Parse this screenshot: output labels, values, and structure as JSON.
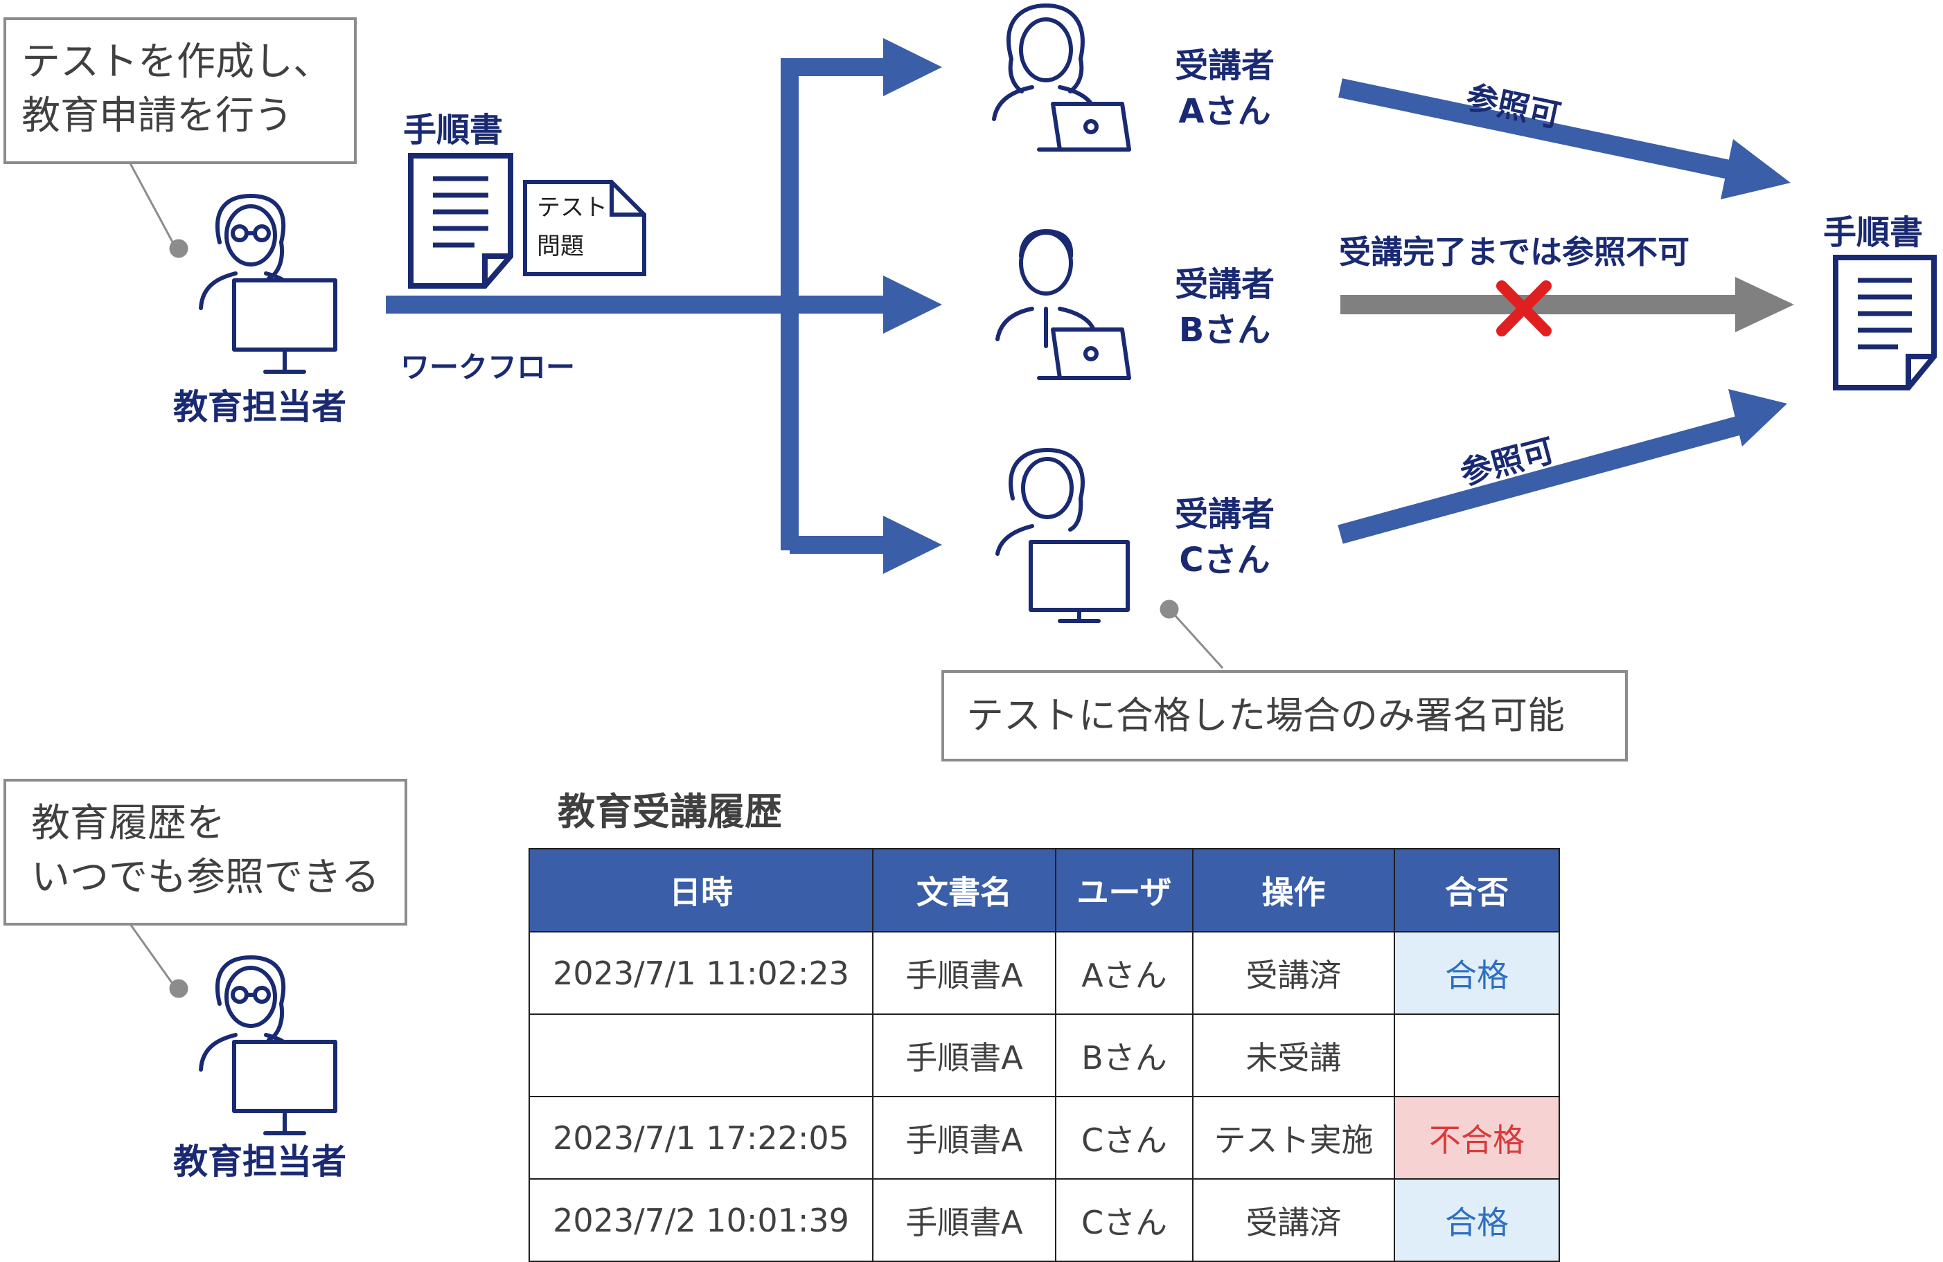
{
  "callouts": {
    "create_test": [
      "テストを作成し、",
      "教育申請を行う"
    ],
    "sign_condition": "テストに合格した場合のみ署名可能",
    "history_anytime": [
      "教育履歴を",
      "いつでも参照できる"
    ]
  },
  "admin_label": "教育担当者",
  "history_admin_label": "教育担当者",
  "procedure_label": "手順書",
  "test_doc_label": [
    "テスト",
    "問題"
  ],
  "workflow_label": "ワークフロー",
  "trainees": [
    {
      "line1": "受講者",
      "line2": "Aさん"
    },
    {
      "line1": "受講者",
      "line2": "Bさん"
    },
    {
      "line1": "受講者",
      "line2": "Cさん"
    }
  ],
  "access_labels": {
    "a": "参照可",
    "b": "受講完了までは参照不可",
    "c": "参照可"
  },
  "target_doc_label": "手順書",
  "history": {
    "title": "教育受講履歴",
    "columns": [
      "日時",
      "文書名",
      "ユーザ",
      "操作",
      "合否"
    ],
    "rows": [
      {
        "datetime": "2023/7/1 11:02:23",
        "doc": "手順書A",
        "user": "Aさん",
        "action": "受講済",
        "result": "合格",
        "status": "pass"
      },
      {
        "datetime": "",
        "doc": "手順書A",
        "user": "Bさん",
        "action": "未受講",
        "result": "",
        "status": "none"
      },
      {
        "datetime": "2023/7/1 17:22:05",
        "doc": "手順書A",
        "user": "Cさん",
        "action": "テスト実施",
        "result": "不合格",
        "status": "fail"
      },
      {
        "datetime": "2023/7/2 10:01:39",
        "doc": "手順書A",
        "user": "Cさん",
        "action": "受講済",
        "result": "合格",
        "status": "pass"
      }
    ]
  },
  "colors": {
    "flow_blue": "#3a5ea8",
    "navy_text": "#1a2a72",
    "blocked_gray": "#808080",
    "cross_red": "#e02020",
    "pass_bg": "#dfeef9",
    "fail_bg": "#f6d2d2"
  }
}
